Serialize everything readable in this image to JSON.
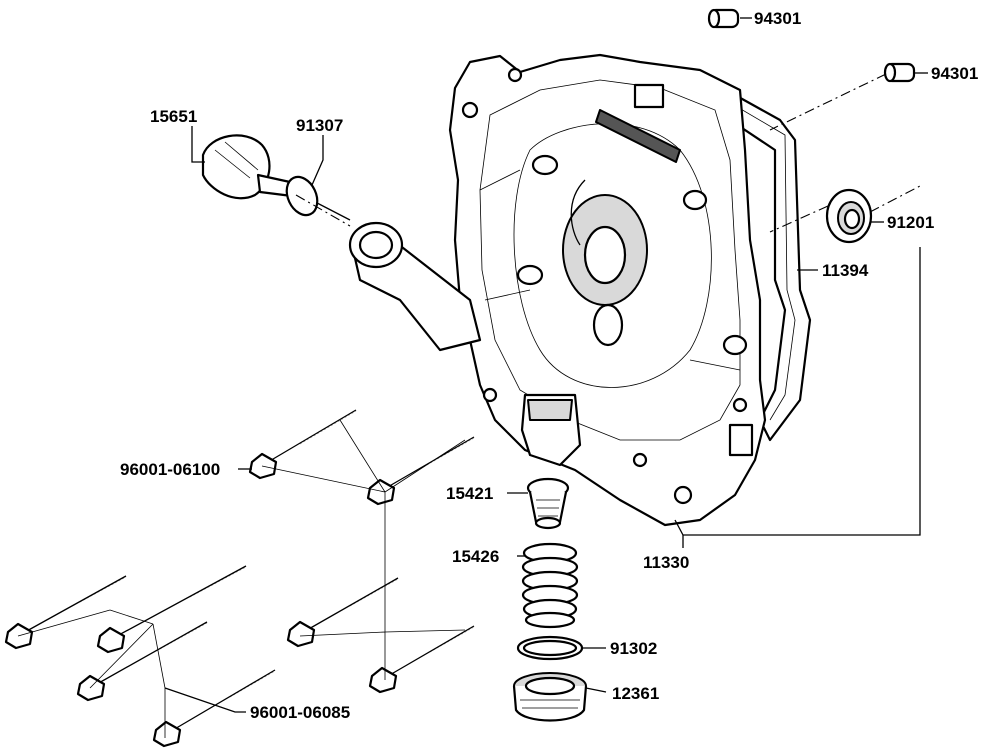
{
  "parts": {
    "p94301_a": "94301",
    "p94301_b": "94301",
    "p15651": "15651",
    "p91307": "91307",
    "p91201": "91201",
    "p11394": "11394",
    "p96001_06100": "96001-06100",
    "p15421": "15421",
    "p11330": "11330",
    "p15426": "15426",
    "p91302": "91302",
    "p12361": "12361",
    "p96001_06085": "96001-06085"
  }
}
